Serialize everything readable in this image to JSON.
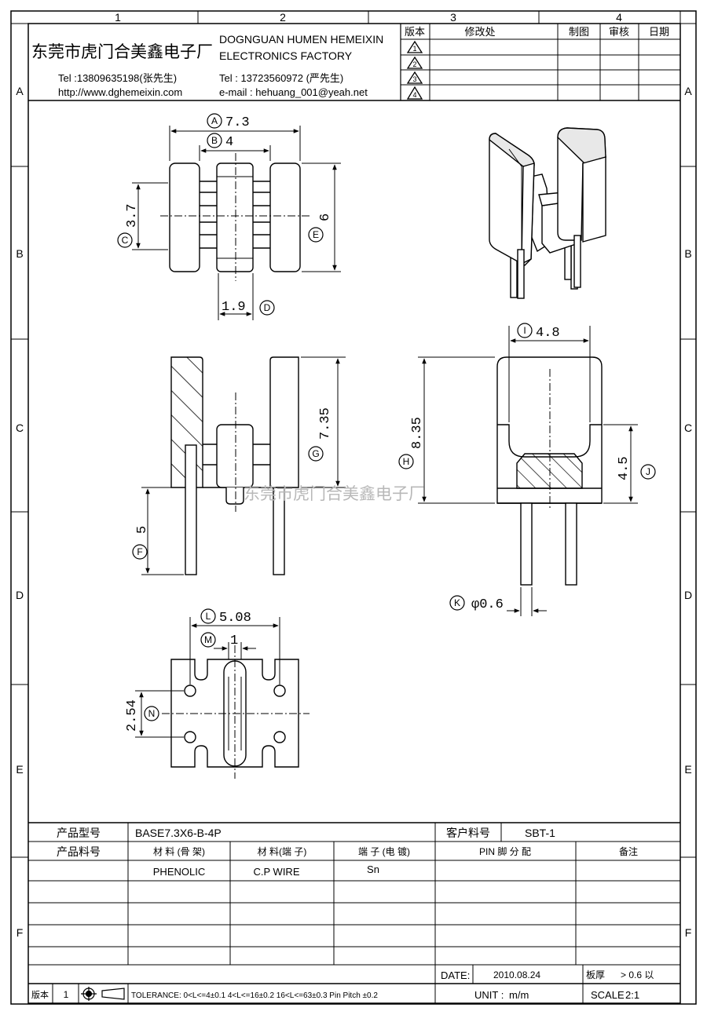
{
  "grid": {
    "columns": [
      "1",
      "2",
      "3",
      "4"
    ],
    "rows": [
      "A",
      "B",
      "C",
      "D",
      "E",
      "F"
    ]
  },
  "header": {
    "company_cn": "东莞市虎门合美鑫电子厂",
    "company_en_1": "DOGNGUAN HUMEN HEMEIXIN",
    "company_en_2": "ELECTRONICS FACTORY",
    "tel1": "Tel :13809635198(张先生)",
    "url": "http://www.dghemeixin.com",
    "tel2": "Tel : 13723560972 (严先生)",
    "email": "e-mail : hehuang_001@yeah.net"
  },
  "revision_table": {
    "headers": [
      "版本",
      "修改处",
      "制图",
      "审核",
      "日期"
    ],
    "marks": [
      "1",
      "2",
      "3",
      "4"
    ]
  },
  "dimensions": {
    "A": {
      "letter": "A",
      "value": "7.3"
    },
    "B": {
      "letter": "B",
      "value": "4"
    },
    "C": {
      "letter": "C",
      "value": "3.7"
    },
    "D": {
      "letter": "D",
      "value": "1.9"
    },
    "E": {
      "letter": "E",
      "value": "6"
    },
    "F": {
      "letter": "F",
      "value": "5"
    },
    "G": {
      "letter": "G",
      "value": "7.35"
    },
    "H": {
      "letter": "H",
      "value": "8.35"
    },
    "I": {
      "letter": "I",
      "value": "4.8"
    },
    "J": {
      "letter": "J",
      "value": "4.5"
    },
    "K": {
      "letter": "K",
      "value": "φ0.6"
    },
    "L": {
      "letter": "L",
      "value": "5.08"
    },
    "M": {
      "letter": "M",
      "value": "1"
    },
    "N": {
      "letter": "N",
      "value": "2.54"
    }
  },
  "watermark": "东莞市虎门合美鑫电子厂",
  "spec": {
    "model_label": "产品型号",
    "model_value": "BASE7.3X6-B-4P",
    "customer_pn_label": "客户料号",
    "customer_pn_value": "SBT-1",
    "pn_label": "产品料号",
    "material_frame_label": "材 料 (骨 架)",
    "material_pin_label": "材 料(端 子)",
    "plating_label": "端 子 (电 镀)",
    "pin_config_label": "PIN 脚 分 配",
    "remark_label": "备注",
    "material_frame_value": "PHENOLIC",
    "material_pin_value": "C.P WIRE",
    "plating_value": "Sn"
  },
  "footer": {
    "date_label": "DATE:",
    "date_value": "2010.08.24",
    "thickness_label": "板厚",
    "thickness_value": "> 0.6 以",
    "version_label": "版本",
    "version_value": "1",
    "tolerance": "TOLERANCE:  0<L<=4±0.1  4<L<=16±0.2  16<L<=63±0.3  Pin Pitch  ±0.2",
    "unit_label": "UNIT :",
    "unit_value": "m/m",
    "scale_label": "SCALE",
    "scale_value": "2:1"
  }
}
